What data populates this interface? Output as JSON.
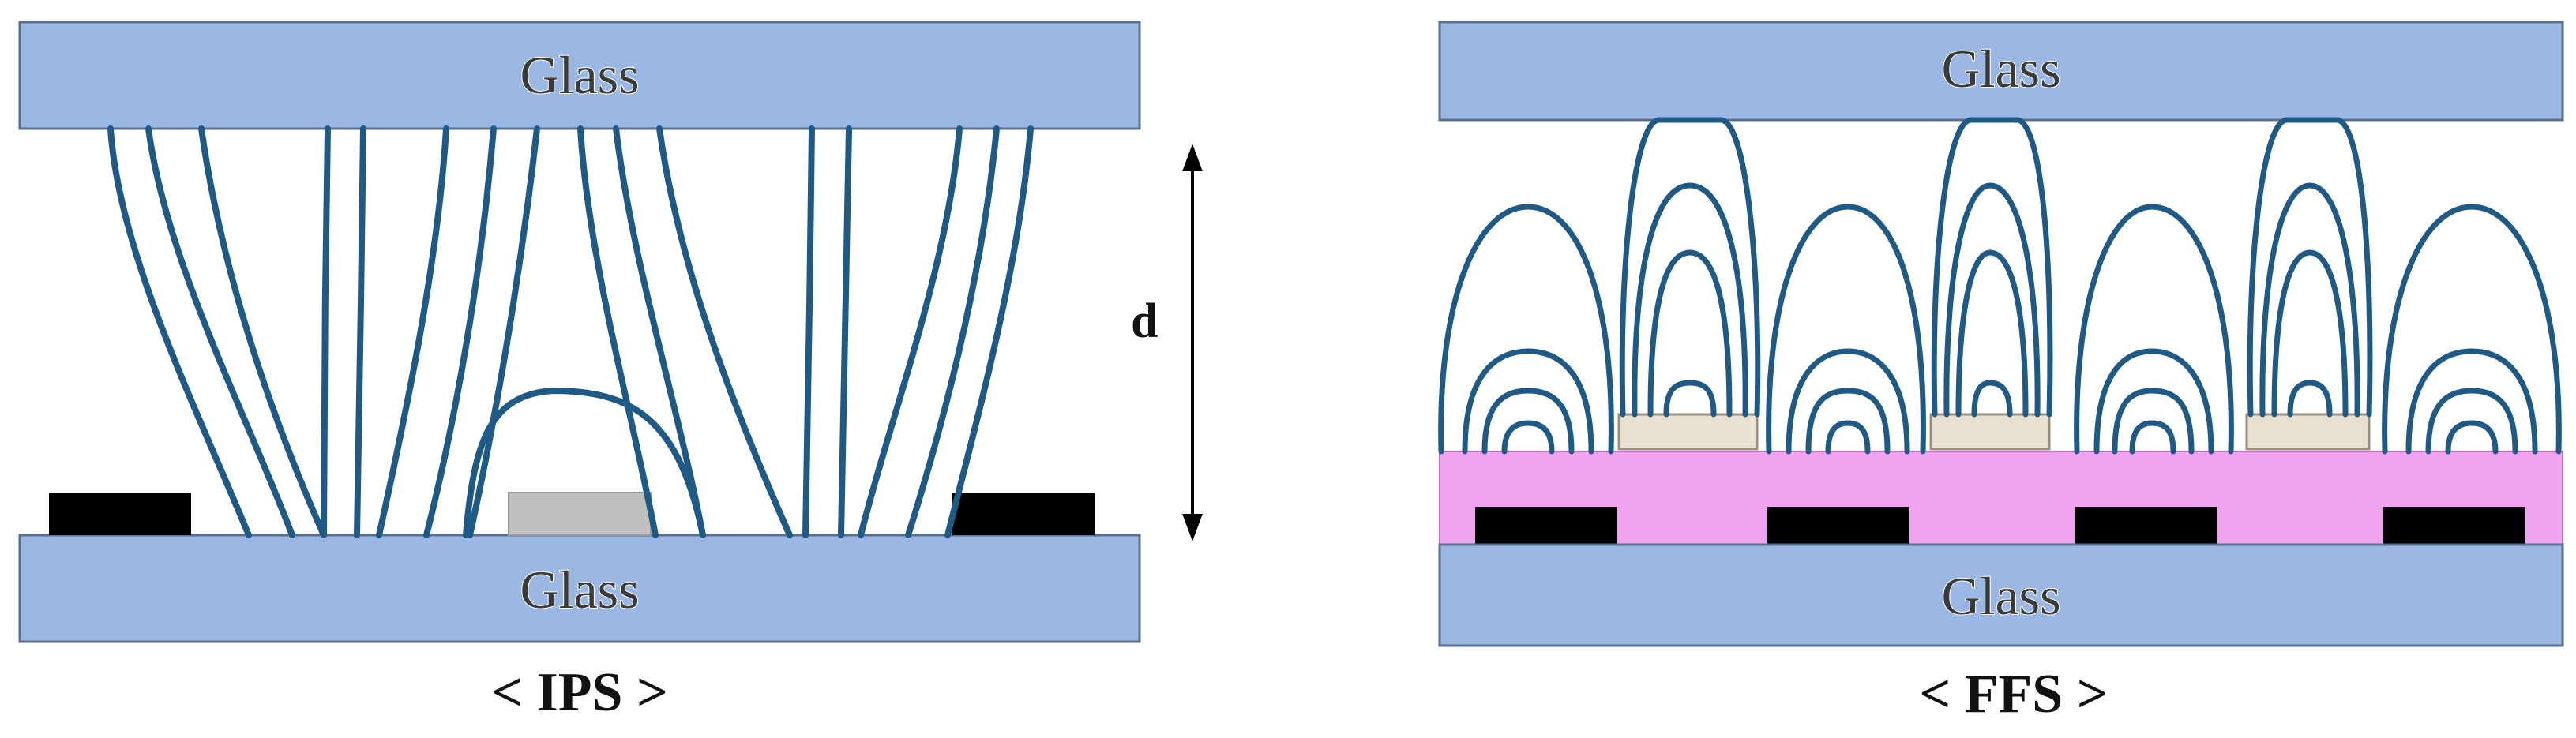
{
  "ips": {
    "caption": "< IPS >",
    "top_glass_label": "Glass",
    "bottom_glass_label": "Glass",
    "gap_label": "d"
  },
  "ffs": {
    "caption": "< FFS >",
    "top_glass_label": "Glass",
    "bottom_glass_label": "Glass"
  },
  "colors": {
    "glass": "#9bb8e4",
    "glass_border": "#5a6f8e",
    "field_line": "#1f5a86",
    "electrode_black": "#000000",
    "electrode_gray": "#c0c0c0",
    "pixel_electrode": "#e8e1d2",
    "insulator": "#f0a4f0"
  }
}
